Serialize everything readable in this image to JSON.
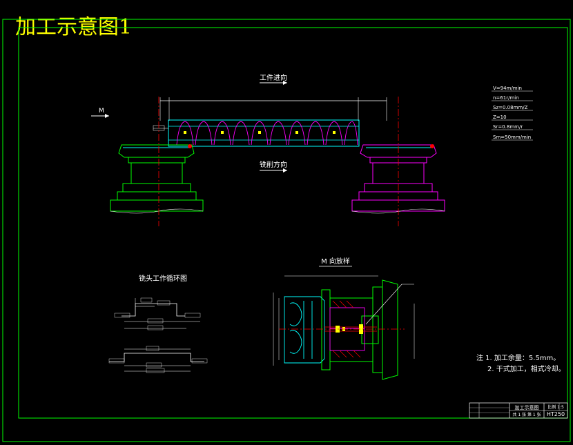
{
  "sheet_title": "加工示意图1",
  "top_view": {
    "direction_label_top": "工件进向",
    "direction_label_bottom": "铣削方向",
    "arrow_label": "M"
  },
  "params": [
    "V=94m/min",
    "n=61r/min",
    "Sz=0.08mm/Z",
    "Z=10",
    "Sr=0.8mm/r",
    "Sm=50mm/min"
  ],
  "cycle_title": "铣头工作循环图",
  "section_title": "M 向放样",
  "notes": {
    "line1": "注 1. 加工余量：5.5mm。",
    "line2": "2. 干式加工，相式冷却。"
  },
  "title_block": {
    "drawing_name": "加工示意图",
    "scale": "比例 1:5",
    "material": "HT250",
    "sheet_info": "共 1 张 第 1 张"
  },
  "colors": {
    "frame": "#00ff00",
    "title": "#ffff00",
    "cad_cyan": "#00ffff",
    "cad_magenta": "#ff00ff",
    "cad_red": "#ff0000",
    "cad_white": "#ffffff"
  }
}
